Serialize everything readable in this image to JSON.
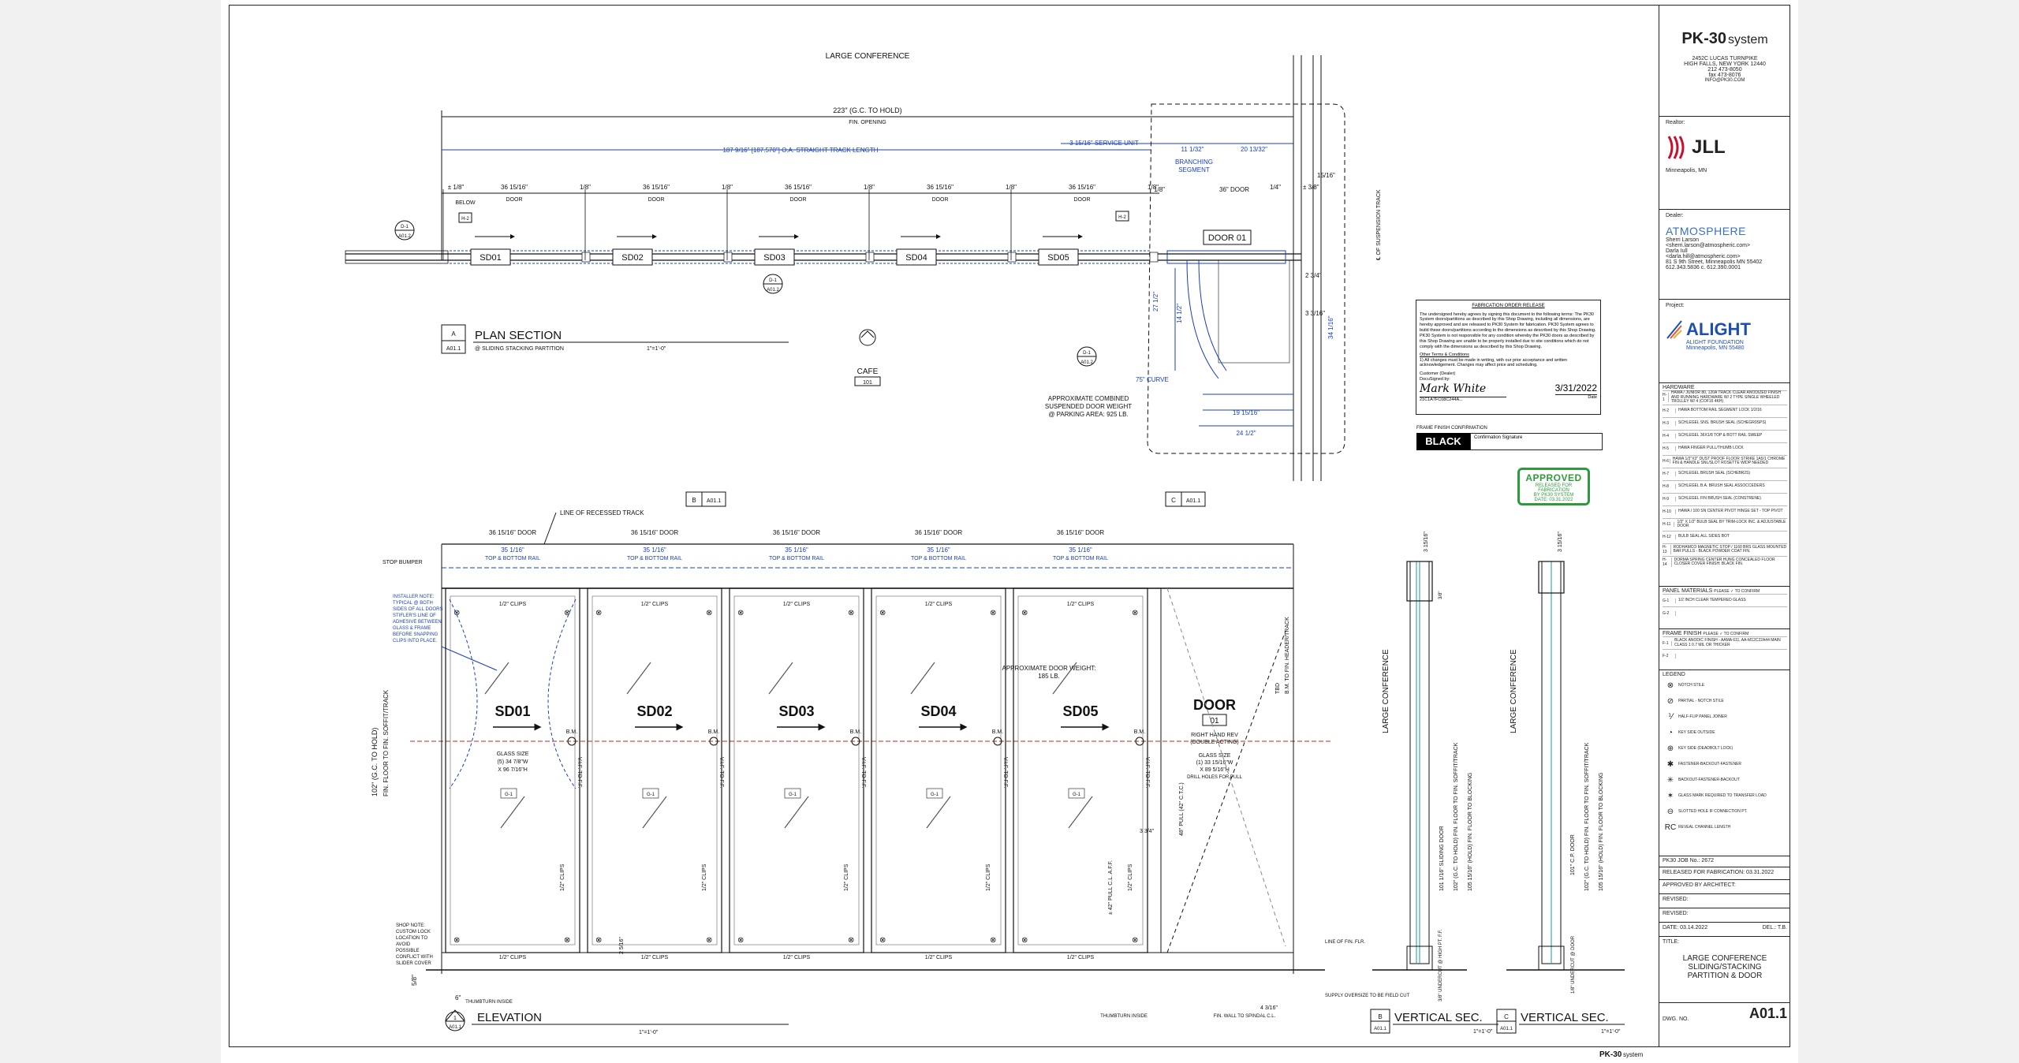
{
  "title_block": {
    "brand": "PK-30",
    "brand_suffix": "system",
    "address1": "2452C LUCAS TURNPIKE",
    "address2": "HIGH FALLS, NEW YORK 12440",
    "phone": "212 473-8050",
    "fax": "fax 473-8076",
    "web": "INFO@PK30.COM",
    "realtor_label": "Realtor:",
    "realtor_name": "JLL",
    "realtor_city": "Minneapolis, MN",
    "dealer_label": "Dealer:",
    "dealer_name": "ATMOSPHERE",
    "dealer_lines": [
      "Sherri Larson",
      "<sherri.larson@atmospheric.com>",
      "Darla Iull",
      "<darla.hill@atmospheric.com>",
      "81 S 9th Street, Minneapolis MN 55402",
      "612.343.5836 c. 612.390.0001"
    ],
    "project_label": "Project:",
    "project_name": "ALIGHT",
    "project_sub": "ALIGHT FOUNDATION",
    "project_city": "Minneapolis, MN 55480",
    "hardware_title": "HARDWARE",
    "hardware_items": [
      {
        "code": "H-1",
        "text": "HAWA / JUNIOR 80, 120A TRACK CLEAR ANODIZED FINISH AND RUNNING HARDWARE W/ 2 TYPE SINGLE WHEELED TROLLEY W/ 4 (COF16 4KH)"
      },
      {
        "code": "H-2",
        "text": "HAWA BOTTOM RAIL SEGMENT LOCK 1/2/16"
      },
      {
        "code": "H-3",
        "text": "SCHLEGEL SNS. BRUSH SEAL (SCHEGR0SPS)"
      },
      {
        "code": "H-4",
        "text": "SCHLEGEL 36X1/8 TOP & BOTT RAIL SWEEP"
      },
      {
        "code": "H-5",
        "text": "HAWA FINGER PULL/THUMB LOCK"
      },
      {
        "code": "H-6",
        "text": "HAWA 1/2\"X3\" DUST PROOF FLOOR STRIKE 1A5/1 CHROME FIN & HANDLE SNL/SLOT ROSETTE W/DP NEEDED"
      },
      {
        "code": "H-7",
        "text": "SCHLEGEL BRUSH SEAL (SCHEBR2S)"
      },
      {
        "code": "H-8",
        "text": "SCHLEGEL B.A. BRUSH SEAL ASSOCCEDERS"
      },
      {
        "code": "H-9",
        "text": "SCHLEGEL FIN BRUSH SEAL (CONSTRENE)"
      },
      {
        "code": "H-10",
        "text": "HAWA / 100 SN CENTER PIVOT HINGE SET - TOP PIVOT"
      },
      {
        "code": "H-11",
        "text": "1/2\" X 1/2\" BULB SEAL BY TRIM-LOCK INC. & ADJUSTABLE DOOR"
      },
      {
        "code": "H-12",
        "text": "BULB SEAL ALL SIDES BOT"
      },
      {
        "code": "H-13",
        "text": "RODHAMCO MAGNETIC STOP / 1160 BRS GLASS MOUNTED BAR PULLS - BLACK POWDER COAT FIN."
      },
      {
        "code": "H-14",
        "text": "DORMA SPRING CENTER HUNG CONCEALED FLOOR CLOSER COVER FINISH: BLACK FIN."
      }
    ],
    "panel_materials_title": "PANEL MATERIALS",
    "panel_materials_note": "PLEASE ✓ TO CONFIRM",
    "panel_items": [
      {
        "code": "G-1",
        "text": "1/2 INCH CLEAR TEMPERED GLASS"
      },
      {
        "code": "G-2",
        "text": ""
      }
    ],
    "frame_finish_title": "FRAME FINISH",
    "frame_finish_note": "PLEASE ✓ TO CONFIRM",
    "frame_items": [
      {
        "code": "F-1",
        "text": "BLACK ANODIC FINISH - AAMA 611, AA-M12C22A44 MAIN CLASS 1 0.7 MIL OR THICKER"
      },
      {
        "code": "F-2",
        "text": ""
      }
    ],
    "legend_title": "LEGEND",
    "legend_items": [
      "NOTCH STILE",
      "PARTIAL - NOTCH STILE",
      "HALF-FLIP PANEL JOINER",
      "KEY SIDE OUTSIDE",
      "KEY SIDE (DEADBOLT LOCK)",
      "FASTENER-BACKOUT-FASTENER",
      "BACKOUT-FASTENER-BACKOUT",
      "GLASS MARK REQUIRED TO TRANSFER LOAD",
      "SLOTTED HOLE IF CONNECTION PT.",
      "REVEAL CHANNEL LENGTH"
    ],
    "job_no": "PK30 JOB No.: 2672",
    "released": "RELEASED FOR FABRICATION: 03.31.2022",
    "approved_by": "APPROVED BY ARCHITECT:",
    "revised1": "REVISED:",
    "revised2": "REVISED:",
    "date_label": "DATE:",
    "date_value": "03.14.2022",
    "del": "DEL.: T.B.",
    "title_label": "TITLE:",
    "title_lines": [
      "LARGE CONFERENCE",
      "SLIDING/STACKING",
      "PARTITION & DOOR"
    ],
    "dwg_label": "DWG. NO.",
    "dwg_value": "A01.1"
  },
  "release_form": {
    "title": "FABRICATION ORDER RELEASE",
    "body": "The undersigned hereby agrees by signing this document to the following terms: The PK30 System doors/partitions as described by this Shop Drawing, including all dimensions, are hereby approved and are released to PK30 System for fabrication. PK30 System agrees to build these doors/partitions according to the dimensions as described by this Shop Drawing. PK30 System is not responsible for any condition whereby the PK30 doors as described by this Shop Drawing are unable to be properly installed due to site conditions which do not comply with the dimensions as described by this Shop Drawing.",
    "other_terms_title": "Other Terms & Conditions",
    "other_terms": "1) All changes must be made in writing, with our prior acceptance and written acknowledgement. Changes may affect price and scheduling.",
    "signed_by": "Customer (Dealer)",
    "signed_label": "DocuSigned by:",
    "signature": "Mark White",
    "date": "3/31/2022",
    "date_label": "Date",
    "sig_id": "21C1A7FC08C244A..."
  },
  "frame_finish_confirm": {
    "label": "FRAME FINISH CONFIRMATION",
    "value": "BLACK",
    "note": "Confirmation Signature"
  },
  "approved_stamp": {
    "title": "APPROVED",
    "line1": "RELEASED FOR FABRICATION",
    "line2": "BY PK30 SYSTEM",
    "line3": "DATE: 03.31.2022"
  },
  "plan": {
    "room_top": "LARGE CONFERENCE",
    "overall": "223\"  (G.C. TO HOLD)",
    "overall_sub": "FIN. OPENING",
    "track_length": "187 9/16\" [187.570\"] O.A. STRAIGHT TRACK LENGTH",
    "service_unit": "3 15/16\" SERVICE UNIT",
    "branching": "BRANCHING",
    "segment": "SEGMENT",
    "dim_1132": "11 1/32\"",
    "dim_201332": "20 13/32\"",
    "dim_1516": "15/16\"",
    "dim_38": "± 3/8\"",
    "dim_14": "1/4\"",
    "below": "BELOW",
    "panels": [
      "SD01",
      "SD02",
      "SD03",
      "SD04",
      "SD05"
    ],
    "door_label": "DOOR 01",
    "panel_door_dim": "36 15/16\"",
    "door_word": "DOOR",
    "gap_18": "1/8\"",
    "gap_pm18": "± 1/8\"",
    "door_36": "36\"  DOOR",
    "section_letter": "A",
    "section_ref": "A01.1",
    "section_title": "PLAN   SECTION",
    "section_sub": "@ SLIDING STACKING PARTITION",
    "scale": "1\"=1'-0\"",
    "cafe": "CAFE",
    "cafe_no": "101",
    "weight_note": [
      "APPROXIMATE COMBINED",
      "SUSPENDED DOOR WEIGHT",
      "@ PARKING AREA: 925 LB."
    ],
    "curve": "75\" CURVE",
    "dim_27": "27 1/2\"",
    "dim_1412": "14 1/2\"",
    "dim_19": "19 15/16\"",
    "dim_24": "24 1/2\"",
    "dim_234": "2 3/4\"",
    "dim_3316": "3 3/16\"",
    "dim_34": "34 1/16\"",
    "suspension": "℄ OF SUSPENSION TRACK",
    "tags": [
      "D-1",
      "A01.2",
      "H-2",
      "D-1",
      "A01.2",
      "H-2"
    ]
  },
  "elevation": {
    "recessed": "LINE OF RECESSED TRACK",
    "stop_bumper": "STOP BUMPER",
    "install_note": [
      "INSTALLER NOTE:",
      "TYPICAL @ BOTH",
      "SIDES OF ALL DOORS",
      "STIFLER'S LINE OF",
      "ADHESIVE BETWEEN",
      "GLASS & FRAME",
      "BEFORE SNAPPING",
      "CLIPS INTO PLACE."
    ],
    "shop_note": [
      "SHOP NOTE:",
      "CUSTOM LOCK",
      "LOCATION TO",
      "AVOID",
      "POSSIBLE",
      "CONFLICT WITH",
      "SLIDER COVER"
    ],
    "panels": [
      "SD01",
      "SD02",
      "SD03",
      "SD04",
      "SD05"
    ],
    "door": "DOOR",
    "door_no": "01",
    "door_note": [
      "RIGHT HAND REV",
      "(DOUBLE ACTING)"
    ],
    "door_glass": [
      "GLASS SIZE",
      "(1) 33 15/16\"W",
      "X 89 5/16\"H",
      "DRILL HOLES FOR PULL"
    ],
    "glass_size": [
      "GLASS SIZE",
      "(5) 34 7/8\"W",
      "X 96 7/16\"H"
    ],
    "weight": [
      "APPROXIMATE DOOR WEIGHT:",
      "185 LB."
    ],
    "clips": "1/2\" CLIPS",
    "rail": "TOP & BOTTOM RAIL",
    "rail_dim": "35 1/16\"",
    "height": "102\" (G.C. TO HOLD)",
    "height_sub": "FIN. FLOOR TO FIN. SOFFIT/TRACK",
    "vif": "V.I.F. TO F.F.",
    "bm": "B.M.",
    "pull": "48\" PULL (42\" C.T.C.)",
    "pull_aff": "± 42\" PULL C.L. A.F.F.",
    "elev_title": "ELEVATION",
    "elev_letter": "1",
    "elev_ref": "A01.1",
    "scale": "1\"=1'-0\"",
    "thumbturn": "THUMBTURN INSIDE",
    "fin_wall": "FIN. WALL TO SPINDAL C.L.",
    "supply": "SUPPLY OVERSIZE TO BE FIELD CUT",
    "line_ff": "LINE OF FIN. FLR.",
    "tbd": "TBD",
    "bm_header": "B.M. TO FIN. HEADER/TRACK",
    "dim_6": "6\"",
    "dim_58": "5/8\"",
    "dim_2_516": "2 5/16\"",
    "dim_3_34": "3 3/4\"",
    "dim_4_316": "4 3/16\"",
    "section_tags": [
      {
        "letter": "B",
        "ref": "A01.1"
      },
      {
        "letter": "C",
        "ref": "A01.1"
      }
    ]
  },
  "vertical": {
    "sec_b": "VERTICAL  SEC.",
    "sec_c": "VERTICAL  SEC.",
    "letter_b": "B",
    "letter_c": "C",
    "ref": "A01.1",
    "scale": "1\"=1'-0\"",
    "room": "LARGE CONFERENCE",
    "b_dims": [
      "101 1/16\" SLIDING DOOR",
      "102\" (G.C. TO HOLD) FIN. FLOOR TO FIN. SOFFIT/TRACK",
      "105 15/16\" (HOLD) FIN. FLOOR TO BLOCKING"
    ],
    "c_dims": [
      "101\" C.P. DOOR",
      "102\" (G.C. TO HOLD) FIN. FLOOR TO FIN. SOFFIT/TRACK",
      "105 15/16\" (HOLD) FIN. FLOOR TO BLOCKING"
    ],
    "top_dim": "3 15/16\"",
    "undercut_b": "3/8\" UNDERCUT @ HIGH PT. F.F.",
    "undercut_c": "1/8\" UNDERCUT @ DOOR",
    "dim_38": "3/8\""
  },
  "footer": {
    "brand": "PK-30",
    "suffix": "system"
  },
  "colors": {
    "ink": "#111111",
    "blue": "#1a3fbf",
    "red": "#d22020",
    "green": "#2f9a3c",
    "jll_red": "#c8102e",
    "alight_blue": "#1e4fb0"
  }
}
